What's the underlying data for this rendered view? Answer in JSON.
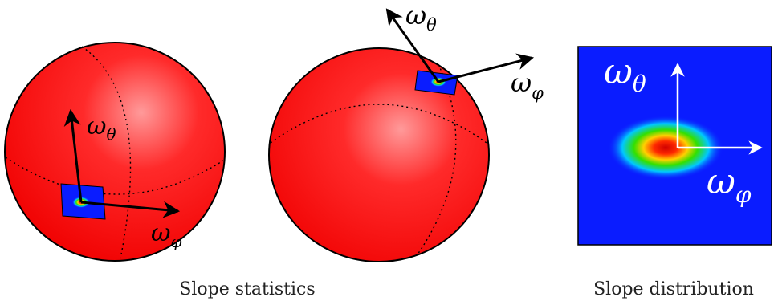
{
  "colors": {
    "sphere_highlight": "#ff8a8a",
    "sphere_mid": "#ff1a1a",
    "sphere_edge": "#e50000",
    "patch_background": "#0a1cff",
    "arrow_white": "#ffffff",
    "arrow_black": "#000000"
  },
  "spheres": [
    {
      "patch_icon": "slope-patch-icon",
      "theta_label": "ωθ",
      "theta_base": "ω",
      "theta_sub": "θ",
      "phi_base": "ω",
      "phi_sub": "φ"
    },
    {
      "patch_icon": "slope-patch-icon",
      "theta_base": "ω",
      "theta_sub": "θ",
      "phi_base": "ω",
      "phi_sub": "φ"
    }
  ],
  "distribution": {
    "theta_base": "ω",
    "theta_sub": "θ",
    "phi_base": "ω",
    "phi_sub": "φ"
  },
  "captions": {
    "left": "Slope statistics",
    "right": "Slope distribution"
  }
}
